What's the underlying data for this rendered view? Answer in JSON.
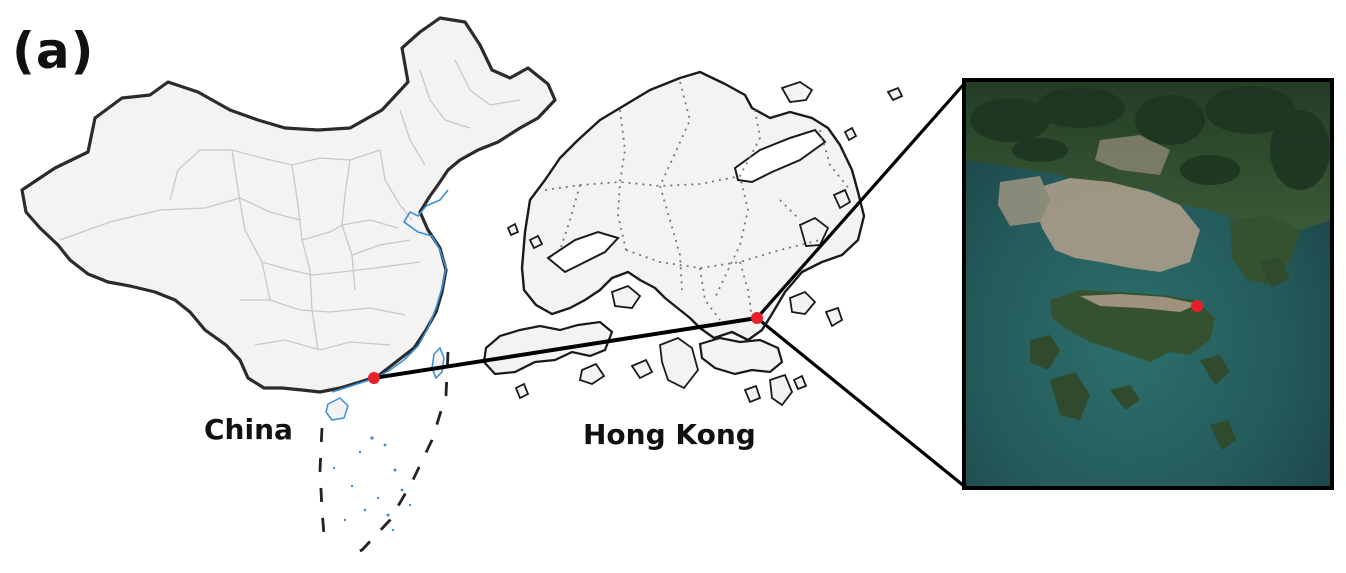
{
  "panel_label": "(a)",
  "labels": {
    "china": "China",
    "hong_kong": "Hong Kong"
  },
  "colors": {
    "land_fill": "#f3f3f3",
    "outline": "#2b2b2b",
    "province_border": "#c8c8c8",
    "coastline_water": "#3b8fd6",
    "marker": "#e8202a",
    "connector": "#000000",
    "sea": "#1f4f52",
    "vegetation": "#2f4a2c",
    "urban": "#a59a87"
  },
  "icons": {
    "location_marker": "red-dot-icon"
  }
}
